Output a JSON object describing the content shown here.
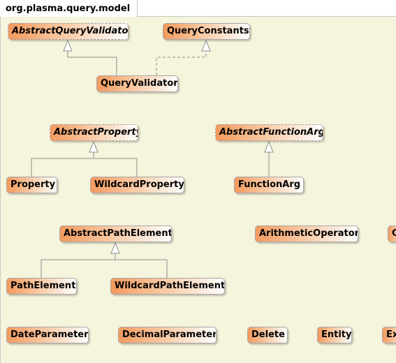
{
  "package": {
    "name": "org.plasma.query.model"
  },
  "colors": {
    "canvas": "#f5f4dc",
    "node_gradient_start": "#f39a5e",
    "node_gradient_end": "#ffffff",
    "edge": "#8c8c8c"
  },
  "classes": {
    "abstract_query_validator": "AbstractQueryValidator",
    "query_constants": "QueryConstants",
    "query_validator": "QueryValidator",
    "abstract_property": "AbstractProperty",
    "abstract_function_arg": "AbstractFunctionArg",
    "property": "Property",
    "wildcard_property": "WildcardProperty",
    "function_arg": "FunctionArg",
    "abstract_path_element": "AbstractPathElement",
    "arithmetic_operator": "ArithmeticOperator",
    "truncated_right_1": "C",
    "path_element": "PathElement",
    "wildcard_path_element": "WildcardPathElement",
    "date_parameter": "DateParameter",
    "decimal_parameter": "DecimalParameter",
    "delete": "Delete",
    "entity": "Entity",
    "truncated_right_2": "Ex"
  },
  "relations": [
    {
      "from": "QueryValidator",
      "to": "AbstractQueryValidator",
      "kind": "extends"
    },
    {
      "from": "QueryValidator",
      "to": "QueryConstants",
      "kind": "implements"
    },
    {
      "from": "Property",
      "to": "AbstractProperty",
      "kind": "extends"
    },
    {
      "from": "WildcardProperty",
      "to": "AbstractProperty",
      "kind": "extends"
    },
    {
      "from": "FunctionArg",
      "to": "AbstractFunctionArg",
      "kind": "extends"
    },
    {
      "from": "PathElement",
      "to": "AbstractPathElement",
      "kind": "extends"
    },
    {
      "from": "WildcardPathElement",
      "to": "AbstractPathElement",
      "kind": "extends"
    }
  ]
}
